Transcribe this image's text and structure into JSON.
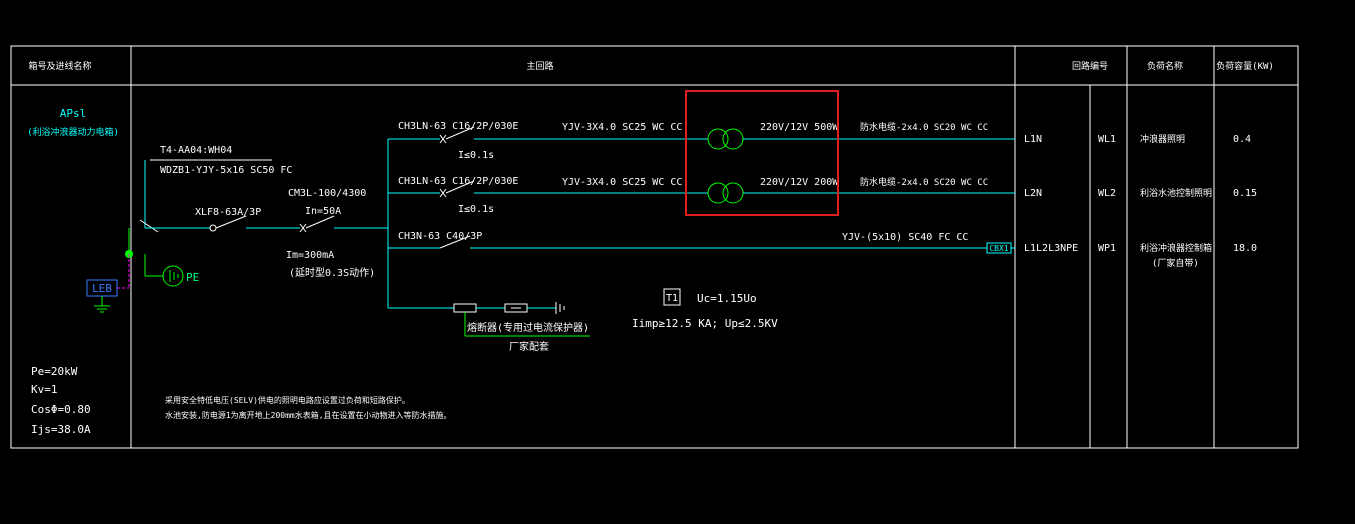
{
  "headers": {
    "col1": "箱号及进线名称",
    "col2": "主回路",
    "col3": "回路编号",
    "col4": "负荷名称",
    "col5": "负荷容量(KW)"
  },
  "panel": {
    "name": "APsl",
    "desc": "(利浴冲浪器动力电箱)",
    "feeder_ref": "T4-AA04:WH04",
    "feeder_cable": "WDZB1-YJY-5x16  SC50  FC",
    "pe": "Pe=20kW",
    "kv": "Kv=1",
    "cos": "CosΦ=0.80",
    "ijs": "Ijs=38.0A"
  },
  "main": {
    "isolator": "XLF8-63A/3P",
    "breaker": "CM3L-100/4300",
    "in": "In=50A",
    "im": "Im=300mA",
    "delay": "(延时型0.3S动作)"
  },
  "equipotential": {
    "leb": "LEB",
    "pe": "PE"
  },
  "circuits": [
    {
      "breaker": "CH3LN-63  C16/2P/030E",
      "trip": "I≤0.1s",
      "cable": "YJV-3X4.0   SC25  WC CC",
      "transformer": "220V/12V 500W",
      "out_cable": "防水电缆-2x4.0  SC20  WC CC",
      "phase": "L1N",
      "code": "WL1",
      "load": "冲浪器照明",
      "kw": "0.4"
    },
    {
      "breaker": "CH3LN-63  C16/2P/030E",
      "trip": "I≤0.1s",
      "cable": "YJV-3X4.0   SC25  WC CC",
      "transformer": "220V/12V 200W",
      "out_cable": "防水电缆-2x4.0  SC20  WC CC",
      "phase": "L2N",
      "code": "WL2",
      "load": "利浴水池控制照明",
      "kw": "0.15"
    },
    {
      "breaker": "CH3N-63  C40/3P",
      "cable": "YJV-(5x10)  SC40  FC CC",
      "terminal": "CBX1",
      "phase": "L1L2L3NPE",
      "code": "WP1",
      "load": "利浴冲浪器控制箱",
      "load2": "(厂家自带)",
      "kw": "18.0"
    }
  ],
  "spd": {
    "fuse_label": "熔断器(专用过电流保护器)",
    "vendor": "厂家配套",
    "t1": "T1",
    "uc": "Uc=1.15Uo",
    "params": "Iimp≥12.5 KA;   Up≤2.5KV"
  },
  "notes": {
    "line1": "采用安全特低电压(SELV)供电的照明电路应设置过负荷和短路保护。",
    "line2": "水池安装,防电源1为离开地上200mm水表箱,且在设置在小动物进入等防水措施。"
  },
  "colors": {
    "white": "#ffffff",
    "cyan": "#00ffff",
    "green": "#00ff00",
    "magenta": "#ff00ff",
    "blue": "#3a7bff",
    "highlight": "#e02020"
  }
}
